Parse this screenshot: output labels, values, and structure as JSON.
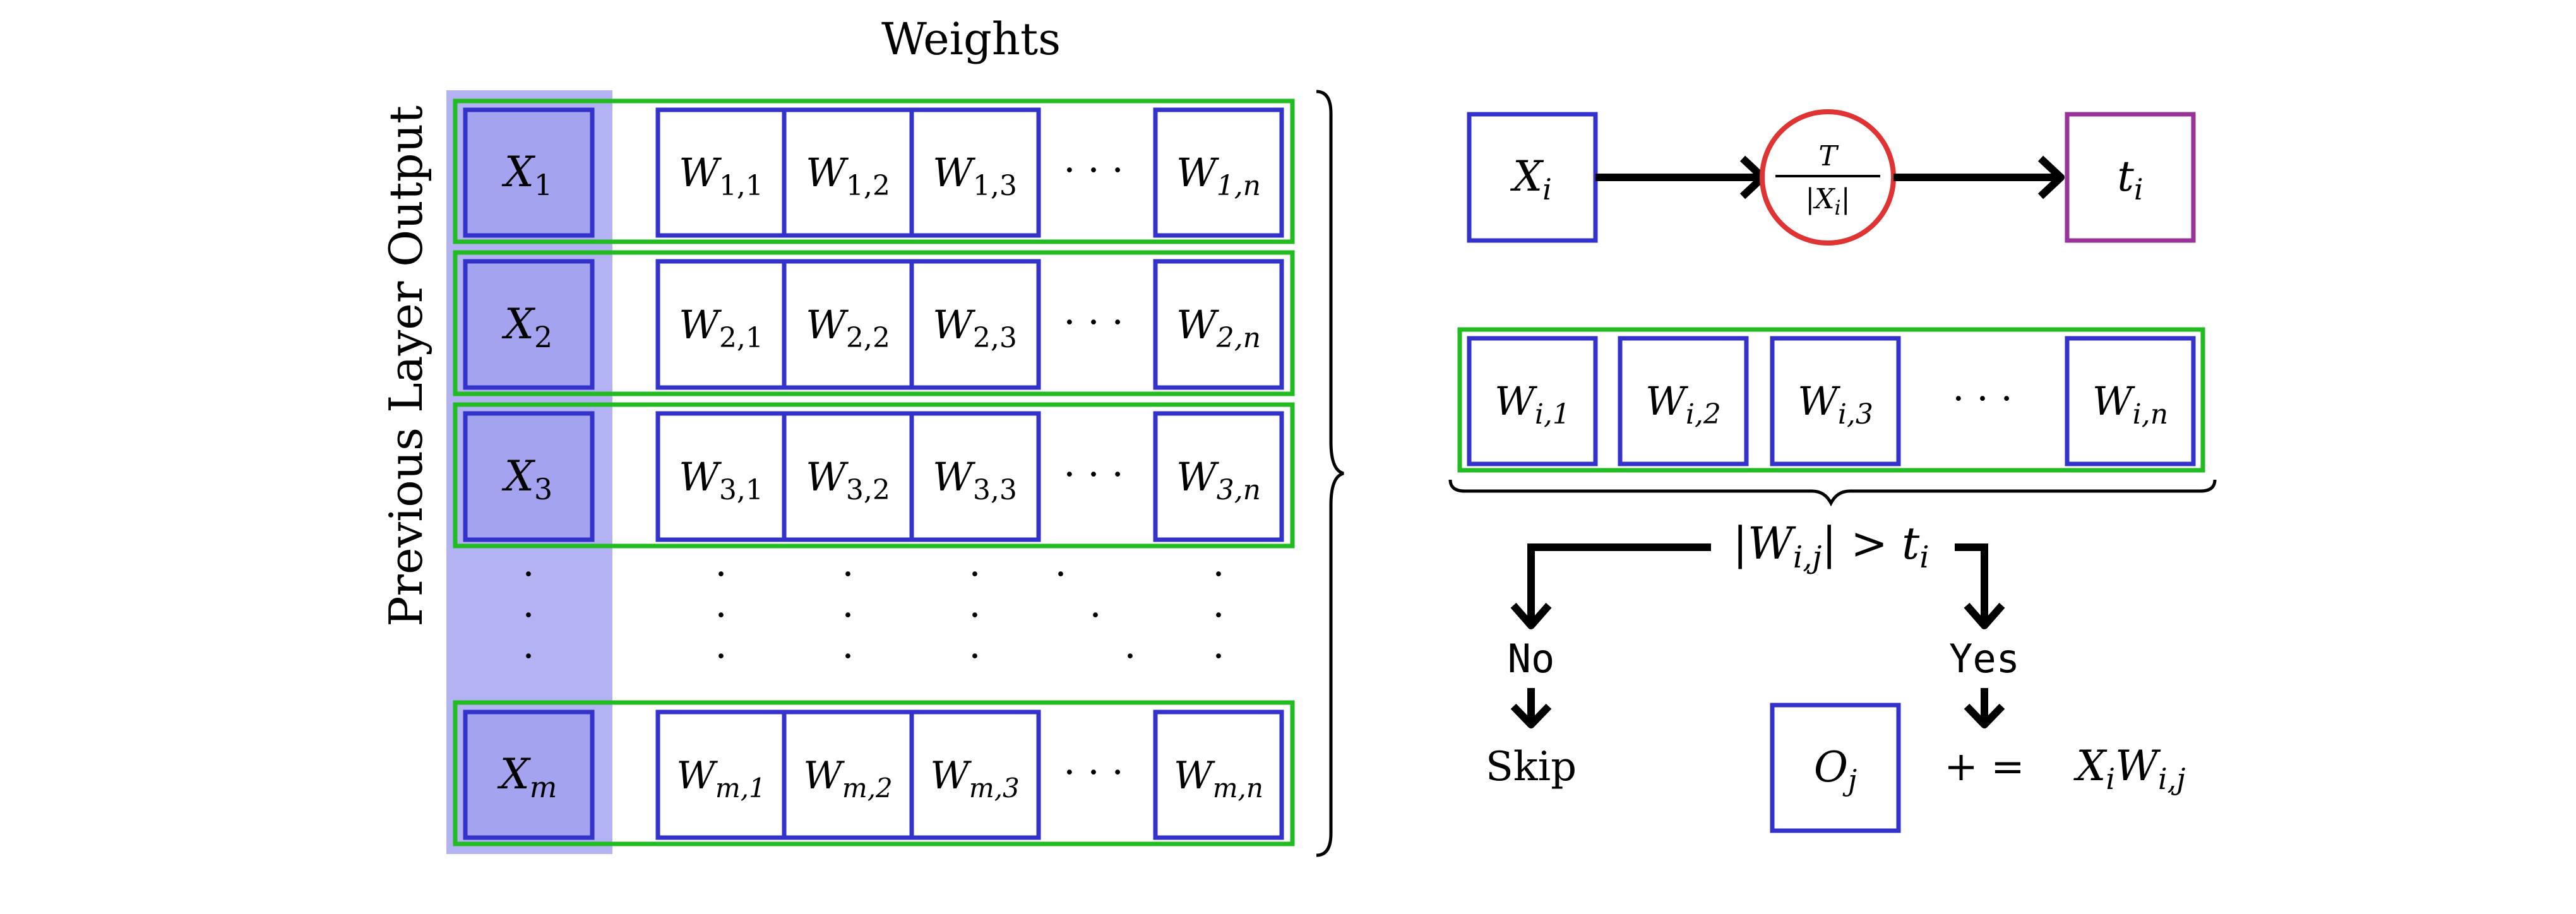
{
  "header": {
    "title": "Weights"
  },
  "side_label": "Previous Layer Output",
  "matrix": {
    "rows": [
      {
        "x": "X",
        "x_sub": "1",
        "w": [
          {
            "b": "W",
            "s": "1,1"
          },
          {
            "b": "W",
            "s": "1,2"
          },
          {
            "b": "W",
            "s": "1,3"
          },
          {
            "b": "W",
            "s": "1,n"
          }
        ]
      },
      {
        "x": "X",
        "x_sub": "2",
        "w": [
          {
            "b": "W",
            "s": "2,1"
          },
          {
            "b": "W",
            "s": "2,2"
          },
          {
            "b": "W",
            "s": "2,3"
          },
          {
            "b": "W",
            "s": "2,n"
          }
        ]
      },
      {
        "x": "X",
        "x_sub": "3",
        "w": [
          {
            "b": "W",
            "s": "3,1"
          },
          {
            "b": "W",
            "s": "3,2"
          },
          {
            "b": "W",
            "s": "3,3"
          },
          {
            "b": "W",
            "s": "3,n"
          }
        ]
      },
      {
        "x": "X",
        "x_sub": "m",
        "w": [
          {
            "b": "W",
            "s": "m,1"
          },
          {
            "b": "W",
            "s": "m,2"
          },
          {
            "b": "W",
            "s": "m,3"
          },
          {
            "b": "W",
            "s": "m,n"
          }
        ]
      }
    ],
    "hdots": "· · ·",
    "vdots": "·"
  },
  "threshold": {
    "input": {
      "b": "X",
      "s": "i"
    },
    "frac_num": "T",
    "frac_den": {
      "b": "|X",
      "s": "i",
      "tail": "|"
    },
    "output": {
      "b": "t",
      "s": "i"
    }
  },
  "weight_row": {
    "cells": [
      {
        "b": "W",
        "s": "i,1"
      },
      {
        "b": "W",
        "s": "i,2"
      },
      {
        "b": "W",
        "s": "i,3"
      },
      {
        "b": "W",
        "s": "i,n"
      }
    ],
    "hdots": "· · ·"
  },
  "condition": {
    "lhs": "|W",
    "sub": "i,j",
    "rhs": "| > t",
    "rhs_sub": "i"
  },
  "branches": {
    "no": {
      "label": "No",
      "action": "Skip"
    },
    "yes": {
      "label": "Yes"
    }
  },
  "update": {
    "target": {
      "b": "O",
      "s": "j"
    },
    "op": "+ =",
    "expr": {
      "a": "X",
      "a_s": "i",
      "b": "W",
      "b_s": "i,j"
    }
  },
  "colors": {
    "cell_border": "#3333cc",
    "x_fill": "#a3a3f0",
    "column_highlight": "#b3b3f3",
    "row_border": "#22bb22",
    "circle_border": "#e03333",
    "output_border": "#993399"
  }
}
